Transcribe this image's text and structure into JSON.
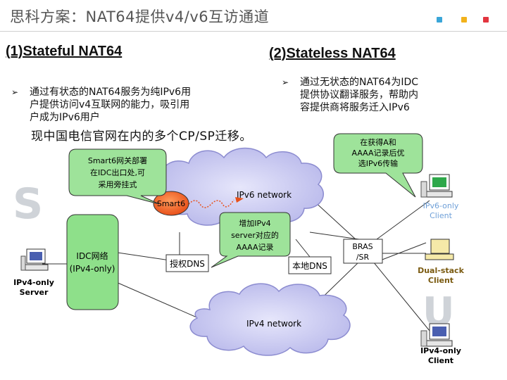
{
  "title": "思科方案：NAT64提供v4/v6互访通道",
  "colors": {
    "dot1": "#3aa6d8",
    "dot2": "#f2b21b",
    "dot3": "#e2353f",
    "bubble": "#9ee39a",
    "idc": "#8ee08a",
    "smart6": "#ef5a1d",
    "cloud": "#c4c4ef"
  },
  "left": {
    "heading": "(1)Stateful NAT64",
    "bullet_lines": [
      "通过有状态的NAT64服务为纯IPv6用",
      "户提供访问v4互联网的能力，吸引用",
      "户成为IPv6用户"
    ]
  },
  "right": {
    "heading": "(2)Stateless NAT64",
    "bullet_lines": [
      "通过无状态的NAT64为IDC",
      "提供协议翻译服务，帮助内",
      "容提供商将服务迁入IPv6"
    ]
  },
  "overlay_text": "现中国电信官网在内的多个CP/SP迁移。",
  "diagram": {
    "bubble1": [
      "Smart6网关部署",
      "在IDC出口处,可",
      "采用旁挂式"
    ],
    "bubble2": [
      "增加IPv4",
      "server对应的",
      "AAAA记录"
    ],
    "bubble3": [
      "在获得A和",
      "AAAA记录后优",
      "选IPv6传输"
    ],
    "ipv6_network": "IPv6 network",
    "ipv4_network": "IPv4 network",
    "smart6": "Smart6",
    "idc_lines": [
      "IDC网络",
      "(IPv4-only)"
    ],
    "auth_dns": "授权DNS",
    "local_dns": "本地DNS",
    "bras_lines": [
      "BRAS",
      "/SR"
    ],
    "ipv4_server_lines": [
      "IPv4-only",
      "Server"
    ],
    "ipv6_client_lines": [
      "IPv6-only",
      "Client"
    ],
    "dual_client_lines": [
      "Dual-stack",
      "Client"
    ],
    "ipv4_client_lines": [
      "IPv4-only",
      "Client"
    ],
    "bg_letter_s": "S",
    "bg_letter_u": "U"
  }
}
